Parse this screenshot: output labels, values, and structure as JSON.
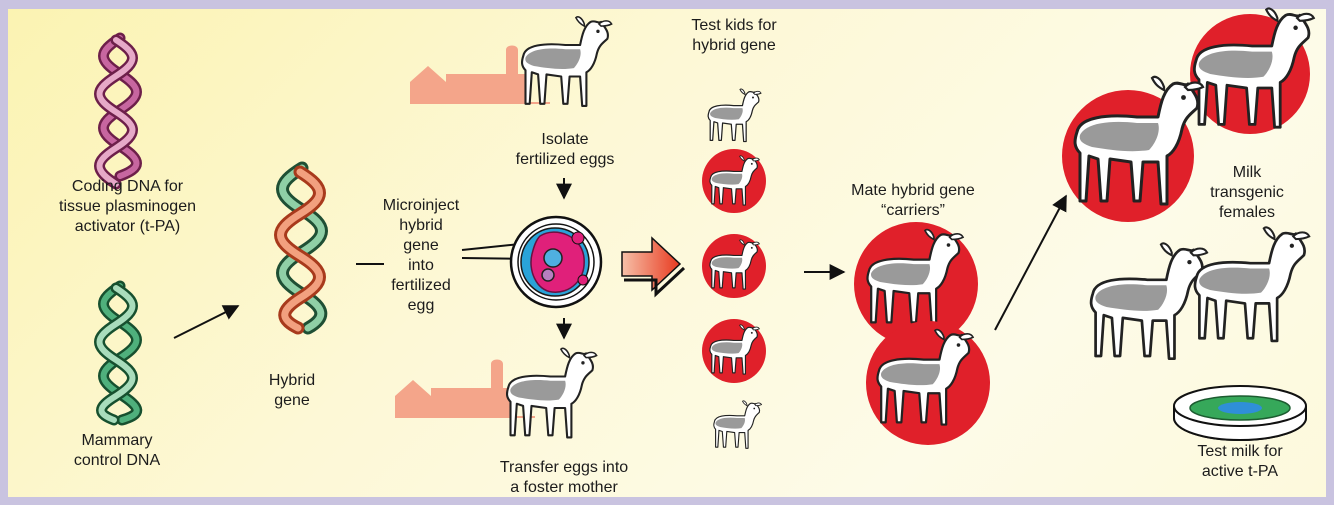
{
  "labels": {
    "coding_dna": "Coding DNA for\ntissue plasminogen\nactivator (t-PA)",
    "mammary_dna": "Mammary\ncontrol DNA",
    "hybrid_gene": "Hybrid\ngene",
    "microinject": "Microinject\nhybrid\ngene\ninto\nfertilized\negg",
    "isolate_eggs": "Isolate\nfertilized eggs",
    "transfer_eggs": "Transfer eggs into\na foster mother",
    "test_kids": "Test kids for\nhybrid gene",
    "mate_carriers": "Mate hybrid gene\n“carriers”",
    "milk_females": "Milk\ntransgenic\nfemales",
    "test_milk": "Test milk for\nactive t-PA"
  },
  "colors": {
    "background_start": "#fbf3b2",
    "background_end": "#fdfbe8",
    "border": "#c9c3e0",
    "carrier_circle": "#e0202a",
    "tpa_dna": "#b0457a",
    "mammary_dna": "#2f8f5b",
    "barn": "#f4a58a",
    "egg_cytoplasm": "#2aa3d8",
    "egg_nucleus": "#e0207a",
    "dish_medium": "#36a85a",
    "dish_center": "#2f8fd8"
  }
}
